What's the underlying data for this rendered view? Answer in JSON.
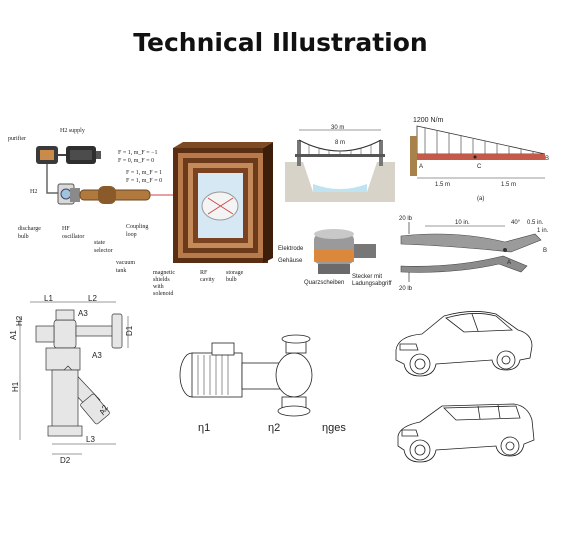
{
  "title": "Technical Illustration",
  "maser": {
    "labels": {
      "purifier": "purifier",
      "h2_supply": "H2 supply",
      "h2": "H2",
      "discharge_bulb": "discharge\nbulb",
      "hf_oscillator": "HF\noscillator",
      "state_selector": "state\nselector",
      "f1_top": "F = 1, m_F = −1",
      "f0_top": "F = 0, m_F = 0",
      "f1_mid": "F = 1, m_F = 1",
      "f1_mid2": "F = 1, m_F = 0",
      "coupling_loop": "Coupling\nloop",
      "vacuum_tank": "vacuum\ntank",
      "magnetic_shields": "magnetic\nshields\nwith\nsolenoid",
      "rf_cavity": "RF\ncavity",
      "storage_bulb": "storage\nbulb"
    }
  },
  "bridge": {
    "span_label": "30 m",
    "inner_label": "8 m"
  },
  "beam": {
    "load": "1200 N/m",
    "point_a": "A",
    "point_b": "B",
    "point_c": "C",
    "dim1": "1.5 m",
    "dim2": "1.5 m",
    "caption": "(a)"
  },
  "sensor": {
    "elektrode": "Elektrode",
    "gehaeuse": "Gehäuse",
    "quarzscheiben": "Quarzscheiben",
    "stecker": "Stecker mit\nLadungsabgriff"
  },
  "pliers": {
    "force_top": "20 lb",
    "force_bottom": "20 lb",
    "len1": "10 in.",
    "angle": "40°",
    "len2": "0.5 in.",
    "len3": "1 in.",
    "point_a": "A",
    "point_b": "B"
  },
  "valve": {
    "L1": "L1",
    "L2": "L2",
    "A1": "A1",
    "A2": "A2",
    "A3_top": "A3",
    "A3_mid": "A3",
    "H1": "H1",
    "H2": "H2",
    "D1": "D1",
    "D2": "D2",
    "L3": "L3"
  },
  "pump": {
    "eta1": "η1",
    "eta2": "η2",
    "eta_ges": "ηges"
  },
  "colors": {
    "maser_copper": "#9c5b2c",
    "maser_dark": "#5a2e12",
    "water": "#bfe3f0",
    "sensor_orange": "#e8852c"
  }
}
